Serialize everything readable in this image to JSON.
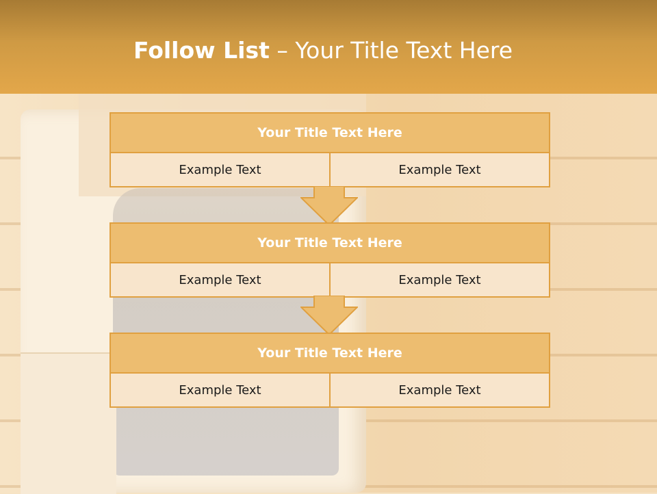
{
  "slide": {
    "title_bold": "Follow List",
    "title_rest": " – Your Title Text Here"
  },
  "colors": {
    "header": "#e3a74a",
    "box_border": "#e0a040",
    "box_header": "#edbd70",
    "cell_fill": "#f8e5cc"
  },
  "steps": [
    {
      "title": "Your Title Text Here",
      "left": "Example Text",
      "right": "Example Text"
    },
    {
      "title": "Your Title Text Here",
      "left": "Example Text",
      "right": "Example Text"
    },
    {
      "title": "Your Title Text Here",
      "left": "Example Text",
      "right": "Example Text"
    }
  ]
}
